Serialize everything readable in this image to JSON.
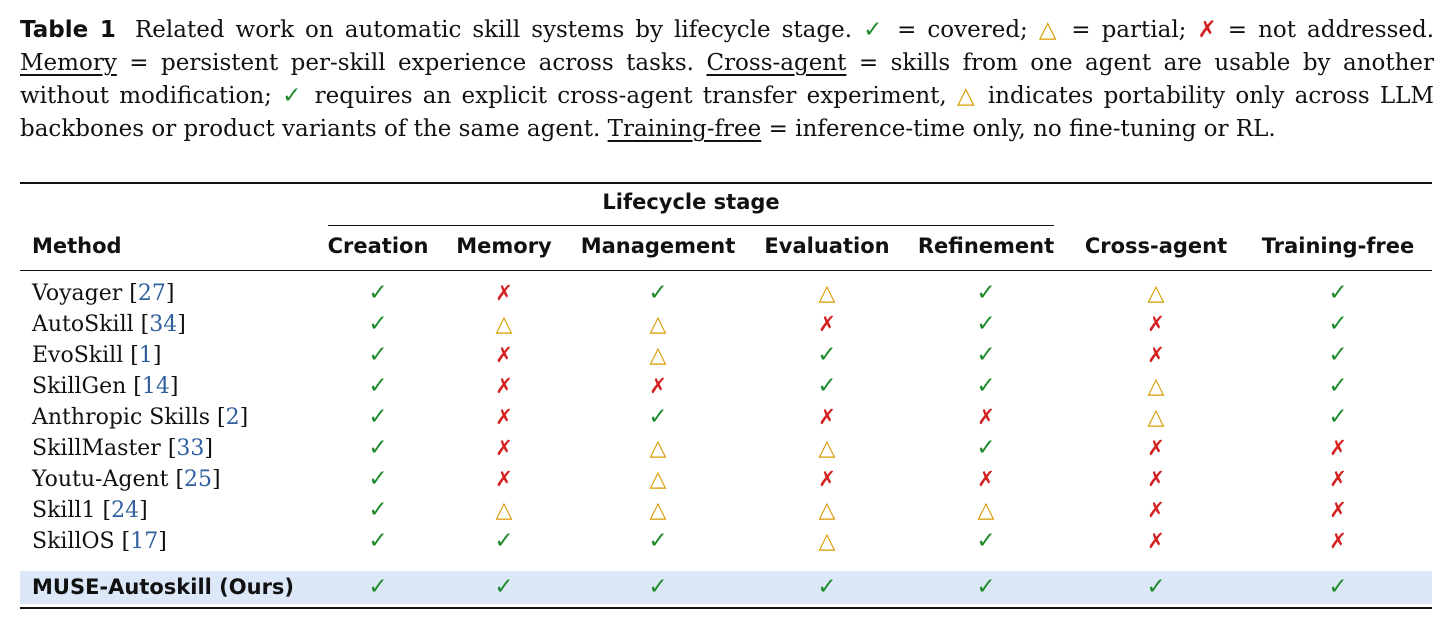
{
  "caption": {
    "tag": "Table 1",
    "p1": "Related work on automatic skill systems by lifecycle stage.",
    "check_symbol": "✓",
    "covered_text": "= covered;",
    "tri_symbol": "△",
    "partial_text": "= partial;",
    "cross_symbol": "✗",
    "not_addressed_text": "= not addressed.",
    "memory_term": "Memory",
    "memory_def": "= persistent per-skill experience across tasks.",
    "cross_term": "Cross-agent",
    "cross_def": "= skills from one agent are usable by another without modification;",
    "cross_check_text": "requires an explicit cross-agent transfer experiment,",
    "cross_tri_text": "indicates portability only across LLM backbones or product variants of the same agent.",
    "training_term": "Training-free",
    "training_def": "= inference-time only, no fine-tuning or RL."
  },
  "table": {
    "group_label": "Lifecycle stage",
    "method_header": "Method",
    "columns": [
      "Creation",
      "Memory",
      "Management",
      "Evaluation",
      "Refinement",
      "Cross-agent",
      "Training-free"
    ],
    "rows": [
      {
        "name": "Voyager",
        "ref": "27",
        "marks": [
          "check",
          "cross",
          "check",
          "tri",
          "check",
          "tri",
          "check"
        ]
      },
      {
        "name": "AutoSkill",
        "ref": "34",
        "marks": [
          "check",
          "tri",
          "tri",
          "cross",
          "check",
          "cross",
          "check"
        ]
      },
      {
        "name": "EvoSkill",
        "ref": "1",
        "marks": [
          "check",
          "cross",
          "tri",
          "check",
          "check",
          "cross",
          "check"
        ]
      },
      {
        "name": "SkillGen",
        "ref": "14",
        "marks": [
          "check",
          "cross",
          "cross",
          "check",
          "check",
          "tri",
          "check"
        ]
      },
      {
        "name": "Anthropic Skills",
        "ref": "2",
        "marks": [
          "check",
          "cross",
          "check",
          "cross",
          "cross",
          "tri",
          "check"
        ]
      },
      {
        "name": "SkillMaster",
        "ref": "33",
        "marks": [
          "check",
          "cross",
          "tri",
          "tri",
          "check",
          "cross",
          "cross"
        ]
      },
      {
        "name": "Youtu-Agent",
        "ref": "25",
        "marks": [
          "check",
          "cross",
          "tri",
          "cross",
          "cross",
          "cross",
          "cross"
        ]
      },
      {
        "name": "Skill1",
        "ref": "24",
        "marks": [
          "check",
          "tri",
          "tri",
          "tri",
          "tri",
          "cross",
          "cross"
        ]
      },
      {
        "name": "SkillOS",
        "ref": "17",
        "marks": [
          "check",
          "check",
          "check",
          "tri",
          "check",
          "cross",
          "cross"
        ]
      }
    ],
    "ours": {
      "name": "MUSE-Autoskill (Ours)",
      "marks": [
        "check",
        "check",
        "check",
        "check",
        "check",
        "check",
        "check"
      ]
    },
    "symbols": {
      "check": "✓",
      "cross": "✗",
      "tri": "△"
    },
    "colors": {
      "check": "#1e8a2c",
      "cross": "#d42020",
      "tri": "#d89a00",
      "ours_band": "#dce8f8",
      "ref": "#2f5f9e"
    }
  }
}
